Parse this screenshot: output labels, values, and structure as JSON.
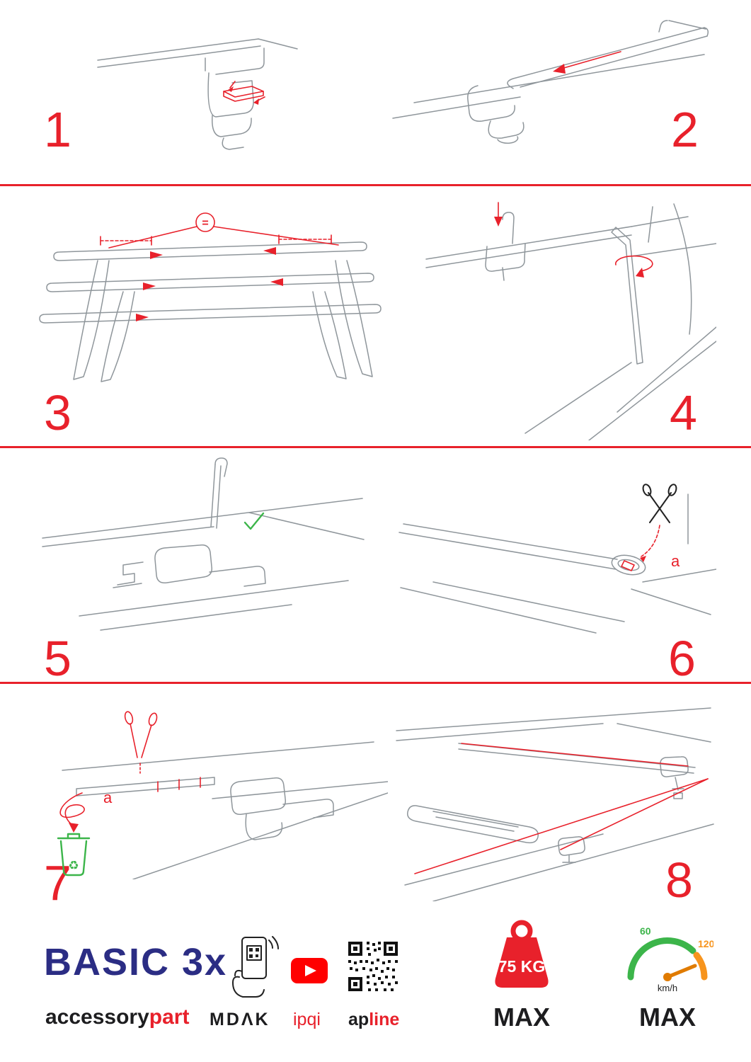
{
  "colors": {
    "accent": "#e8212b",
    "navy": "#2b2d84",
    "green": "#3cb54a",
    "orange": "#f7941d",
    "ink": "#1d1d1f",
    "linegray": "#8f969b",
    "ytred": "#ff0000"
  },
  "steps": [
    {
      "number": "1"
    },
    {
      "number": "2"
    },
    {
      "number": "3"
    },
    {
      "number": "4"
    },
    {
      "number": "5"
    },
    {
      "number": "6"
    },
    {
      "number": "7"
    },
    {
      "number": "8"
    }
  ],
  "step3": {
    "equal_symbol": "="
  },
  "step6": {
    "cut_label": "a"
  },
  "step7": {
    "cut_label": "a"
  },
  "icons": {
    "check": "✓",
    "scissors": "✂",
    "recycle": "♻",
    "youtube_play": "▶"
  },
  "footer": {
    "product_name": "BASIC 3x",
    "brand_black": "accessory",
    "brand_red": "part",
    "mdak_label": "MDΛK",
    "ipqi_label": "ipqi",
    "apline_black": "ap",
    "apline_red": "line",
    "weight_value": "75 KG",
    "weight_max": "MAX",
    "speed_max": "MAX",
    "speed_unit": "km/h",
    "speed_low": "60",
    "speed_high": "120"
  }
}
